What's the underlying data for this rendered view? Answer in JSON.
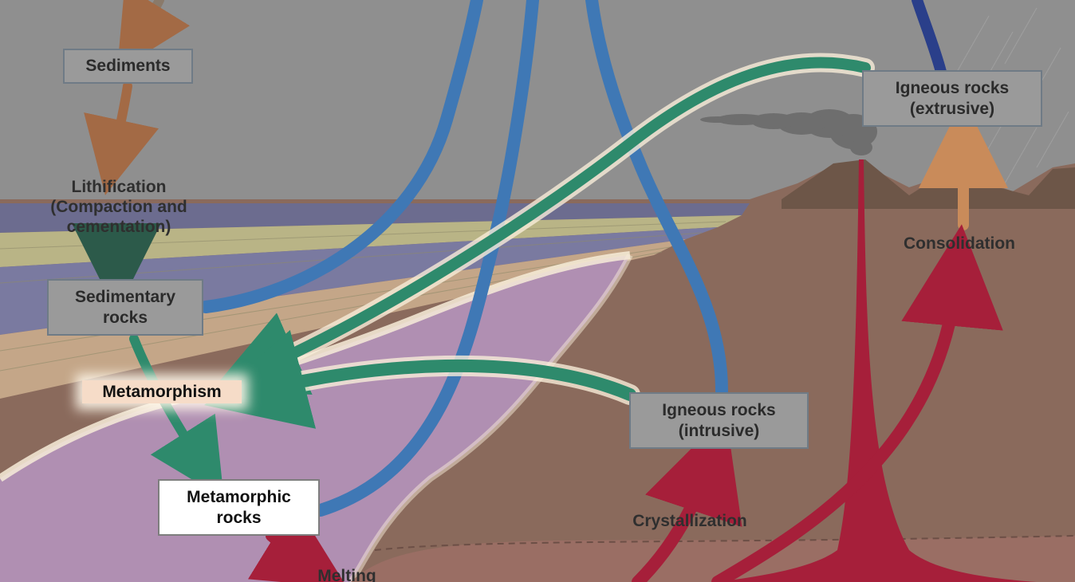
{
  "boxes": {
    "sediments": "Sediments",
    "sedimentary_line1": "Sedimentary",
    "sedimentary_line2": "rocks",
    "metamorphic_line1": "Metamorphic",
    "metamorphic_line2": "rocks",
    "igneous_intrusive_line1": "Igneous rocks",
    "igneous_intrusive_line2": "(intrusive)",
    "igneous_extrusive_line1": "Igneous rocks",
    "igneous_extrusive_line2": "(extrusive)"
  },
  "processes": {
    "lithification_line1": "Lithification",
    "lithification_line2": "(Compaction and",
    "lithification_line3": "cementation)",
    "metamorphism": "Metamorphism",
    "melting": "Melting",
    "crystallization": "Crystallization",
    "consolidation": "Consolidation"
  },
  "colors": {
    "sky": "#8f8f8f",
    "crust": "#8a6a5c",
    "metamorphic_zone": "#b08fb2",
    "sedimentary_layers": "#b9b486",
    "uplift_arrows": "#3f78b5",
    "metamorphism_arrows": "#2e8a6c",
    "magma": "#a61f3a",
    "sediment_arrows": "#a36a45"
  }
}
